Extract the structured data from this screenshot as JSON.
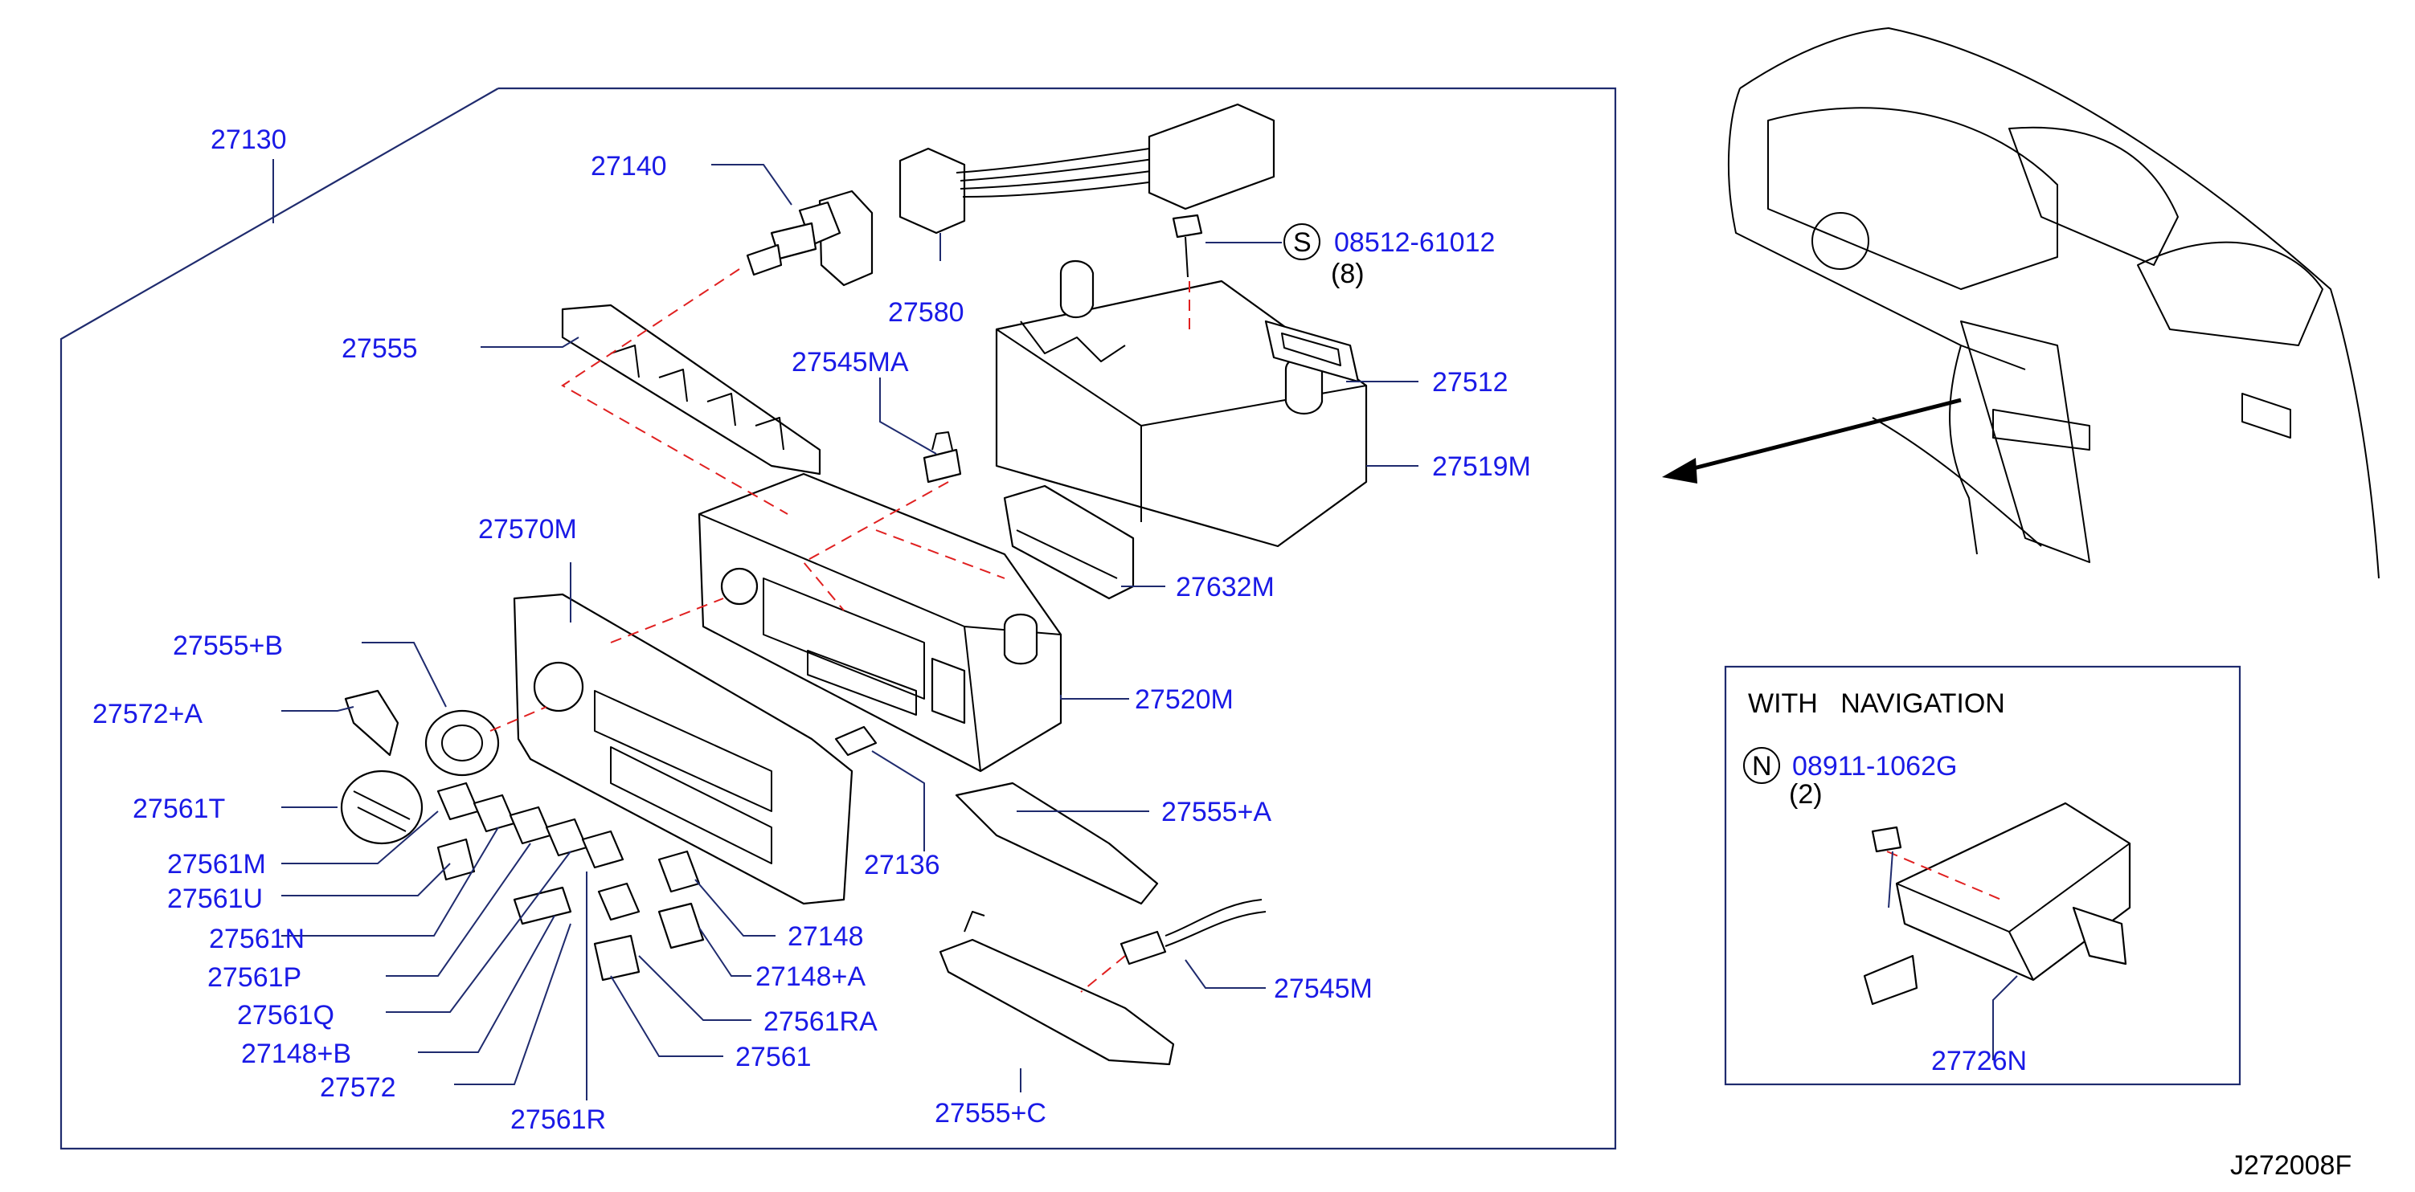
{
  "labels": {
    "p27130": "27130",
    "p27140": "27140",
    "p27580": "27580",
    "p08512": "08512-61012",
    "p08512_qty": "(8)",
    "p08512_sym": "S",
    "p27555": "27555",
    "p27545MA": "27545MA",
    "p27512": "27512",
    "p27519M": "27519M",
    "p27570M": "27570M",
    "p27632M": "27632M",
    "p27555B": "27555+B",
    "p27520M": "27520M",
    "p27572A": "27572+A",
    "p27561T": "27561T",
    "p27136": "27136",
    "p27555A": "27555+A",
    "p27561M": "27561M",
    "p27561U": "27561U",
    "p27148": "27148",
    "p27561N": "27561N",
    "p27148A": "27148+A",
    "p27545M": "27545M",
    "p27561P": "27561P",
    "p27561Q": "27561Q",
    "p27561RA": "27561RA",
    "p27148B": "27148+B",
    "p27561": "27561",
    "p27572": "27572",
    "p27555C": "27555+C",
    "p27561R": "27561R"
  },
  "inset": {
    "title": "WITH   NAVIGATION",
    "bolt_sym": "N",
    "bolt_part": "08911-1062G",
    "bolt_qty": "(2)",
    "unit_part": "27726N"
  },
  "figure_code": "J272008F",
  "colors": {
    "label": "#1a1ae6",
    "leader": "#1f2b6e",
    "dashed": "#e02020",
    "line_art": "#000000"
  }
}
